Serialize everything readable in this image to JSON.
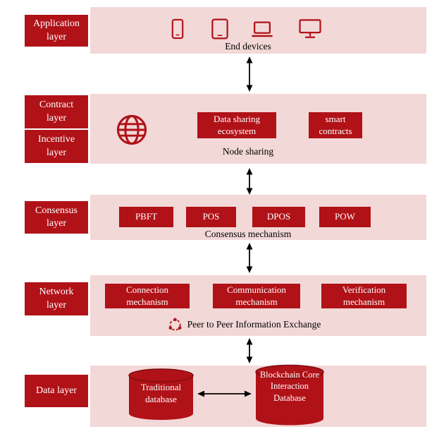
{
  "colors": {
    "accent_red": "#B01217",
    "band_pink": "#F3D8D8",
    "arrow_black": "#000000",
    "text_white": "#FFFFFF"
  },
  "application": {
    "label": "Application layer",
    "caption": "End devices",
    "icons": [
      "smartphone-icon",
      "tablet-icon",
      "laptop-icon",
      "monitor-icon"
    ]
  },
  "contract_incentive": {
    "contract_label": "Contract layer",
    "incentive_label": "Incentive layer",
    "icon": "globe-icon",
    "boxes": [
      "Data sharing ecosystem",
      "smart contracts"
    ],
    "caption": "Node sharing"
  },
  "consensus": {
    "label": "Consensus layer",
    "boxes": [
      "PBFT",
      "POS",
      "DPOS",
      "POW"
    ],
    "caption": "Consensus mechanism"
  },
  "network": {
    "label": "Network layer",
    "boxes": [
      "Connection mechanism",
      "Communication mechanism",
      "Verification mechanism"
    ],
    "icon": "peer-to-peer-icon",
    "caption": "Peer to Peer Information Exchange"
  },
  "data_layer": {
    "label": "Data layer",
    "databases": [
      "Traditional database",
      "Blockchain Core Interaction Database"
    ]
  }
}
